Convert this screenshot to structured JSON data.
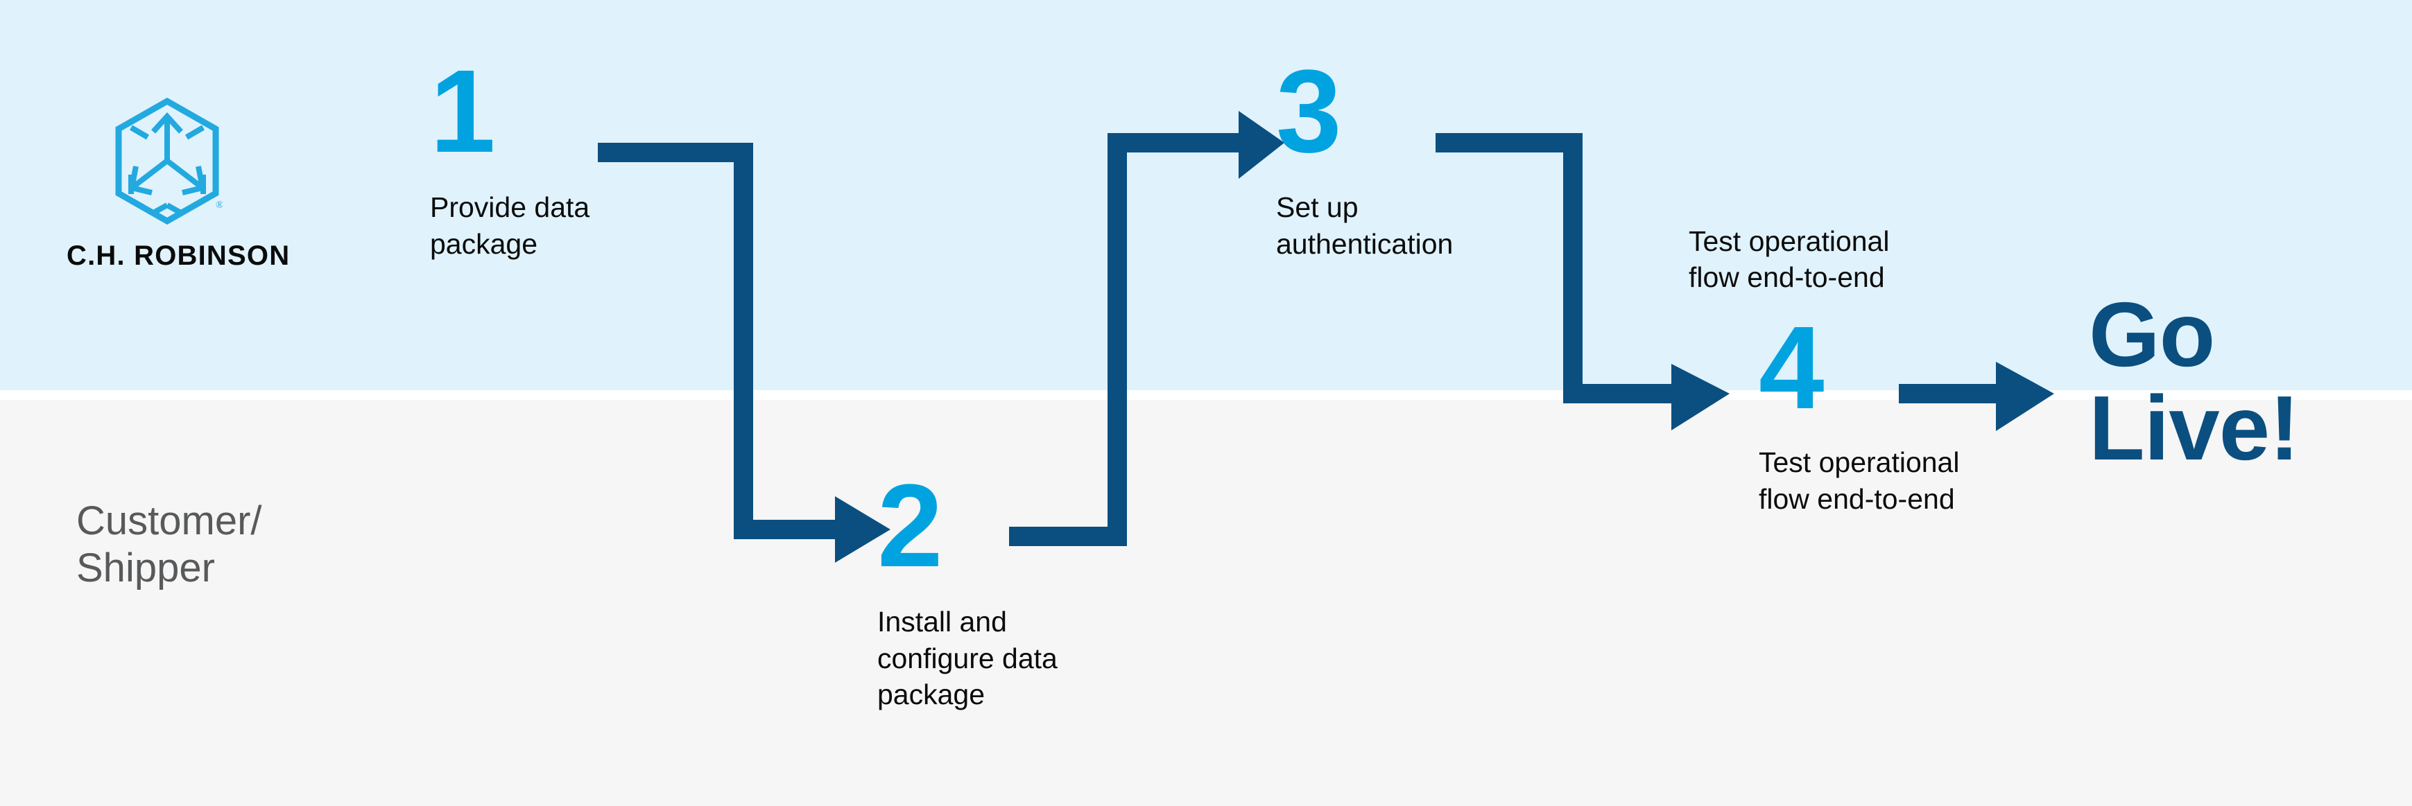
{
  "colors": {
    "band_top": "#e0f2fb",
    "band_bottom": "#f6f6f6",
    "connector_navy": "#0b4f80",
    "step_number_cyan": "#00a3e0",
    "brand_cyan": "#22a9e0",
    "body_text": "#0b0b0b",
    "lane_label_gray": "#58595b"
  },
  "brand": {
    "wordmark": "C.H. ROBINSON",
    "logo_icon": "hexagon-cube-arrows-icon",
    "registered_mark": "®"
  },
  "lanes": {
    "bottom_label": "Customer/\nShipper"
  },
  "steps": [
    {
      "number": "1",
      "label": "Provide data\npackage",
      "lane": "top"
    },
    {
      "number": "2",
      "label": "Install and\nconfigure data\npackage",
      "lane": "bottom"
    },
    {
      "number": "3",
      "label": "Set up\nauthentication",
      "lane": "top"
    },
    {
      "number": "4",
      "label": "Test operational\nflow end-to-end",
      "lane": "bottom",
      "upper_label": "Test operational\nflow end-to-end"
    }
  ],
  "outcome": {
    "label": "Go\nLive!"
  },
  "connectors": [
    {
      "name": "step1-to-step2",
      "path": "right-then-down-then-right",
      "arrow": "right"
    },
    {
      "name": "step2-to-step3",
      "path": "right-then-up-then-right",
      "arrow": "right"
    },
    {
      "name": "step3-to-step4",
      "path": "right-then-down-then-right",
      "arrow": "right"
    },
    {
      "name": "step4-to-golive",
      "path": "straight-right",
      "arrow": "right"
    }
  ]
}
